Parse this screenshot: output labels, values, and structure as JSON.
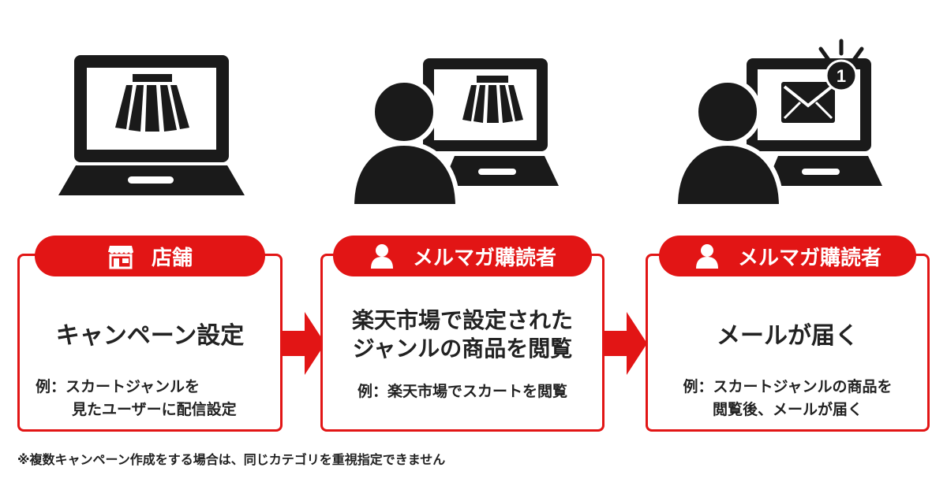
{
  "steps": [
    {
      "badge_label": "店舗",
      "badge_icon": "store-icon",
      "heading_lines": [
        "キャンペーン設定"
      ],
      "example_lines": [
        "例：スカートジャンルを",
        "見たユーザーに配信設定"
      ],
      "illustration": "laptop-skirt-icon"
    },
    {
      "badge_label": "メルマガ購読者",
      "badge_icon": "user-icon",
      "heading_lines": [
        "楽天市場で設定された",
        "ジャンルの商品を閲覧"
      ],
      "example_lines": [
        "例：楽天市場でスカートを閲覧"
      ],
      "illustration": "user-browsing-skirt-icon"
    },
    {
      "badge_label": "メルマガ購読者",
      "badge_icon": "user-icon",
      "heading_lines": [
        "メールが届く"
      ],
      "example_lines": [
        "例：スカートジャンルの商品を",
        "閲覧後、メールが届く"
      ],
      "illustration": "user-receives-mail-icon",
      "notification_count": "1"
    }
  ],
  "footnote": "※複数キャンペーン作成をする場合は、同じカテゴリを重視指定できません",
  "colors": {
    "accent": "#e21515",
    "ink": "#222222",
    "icon": "#1a1a1a"
  }
}
